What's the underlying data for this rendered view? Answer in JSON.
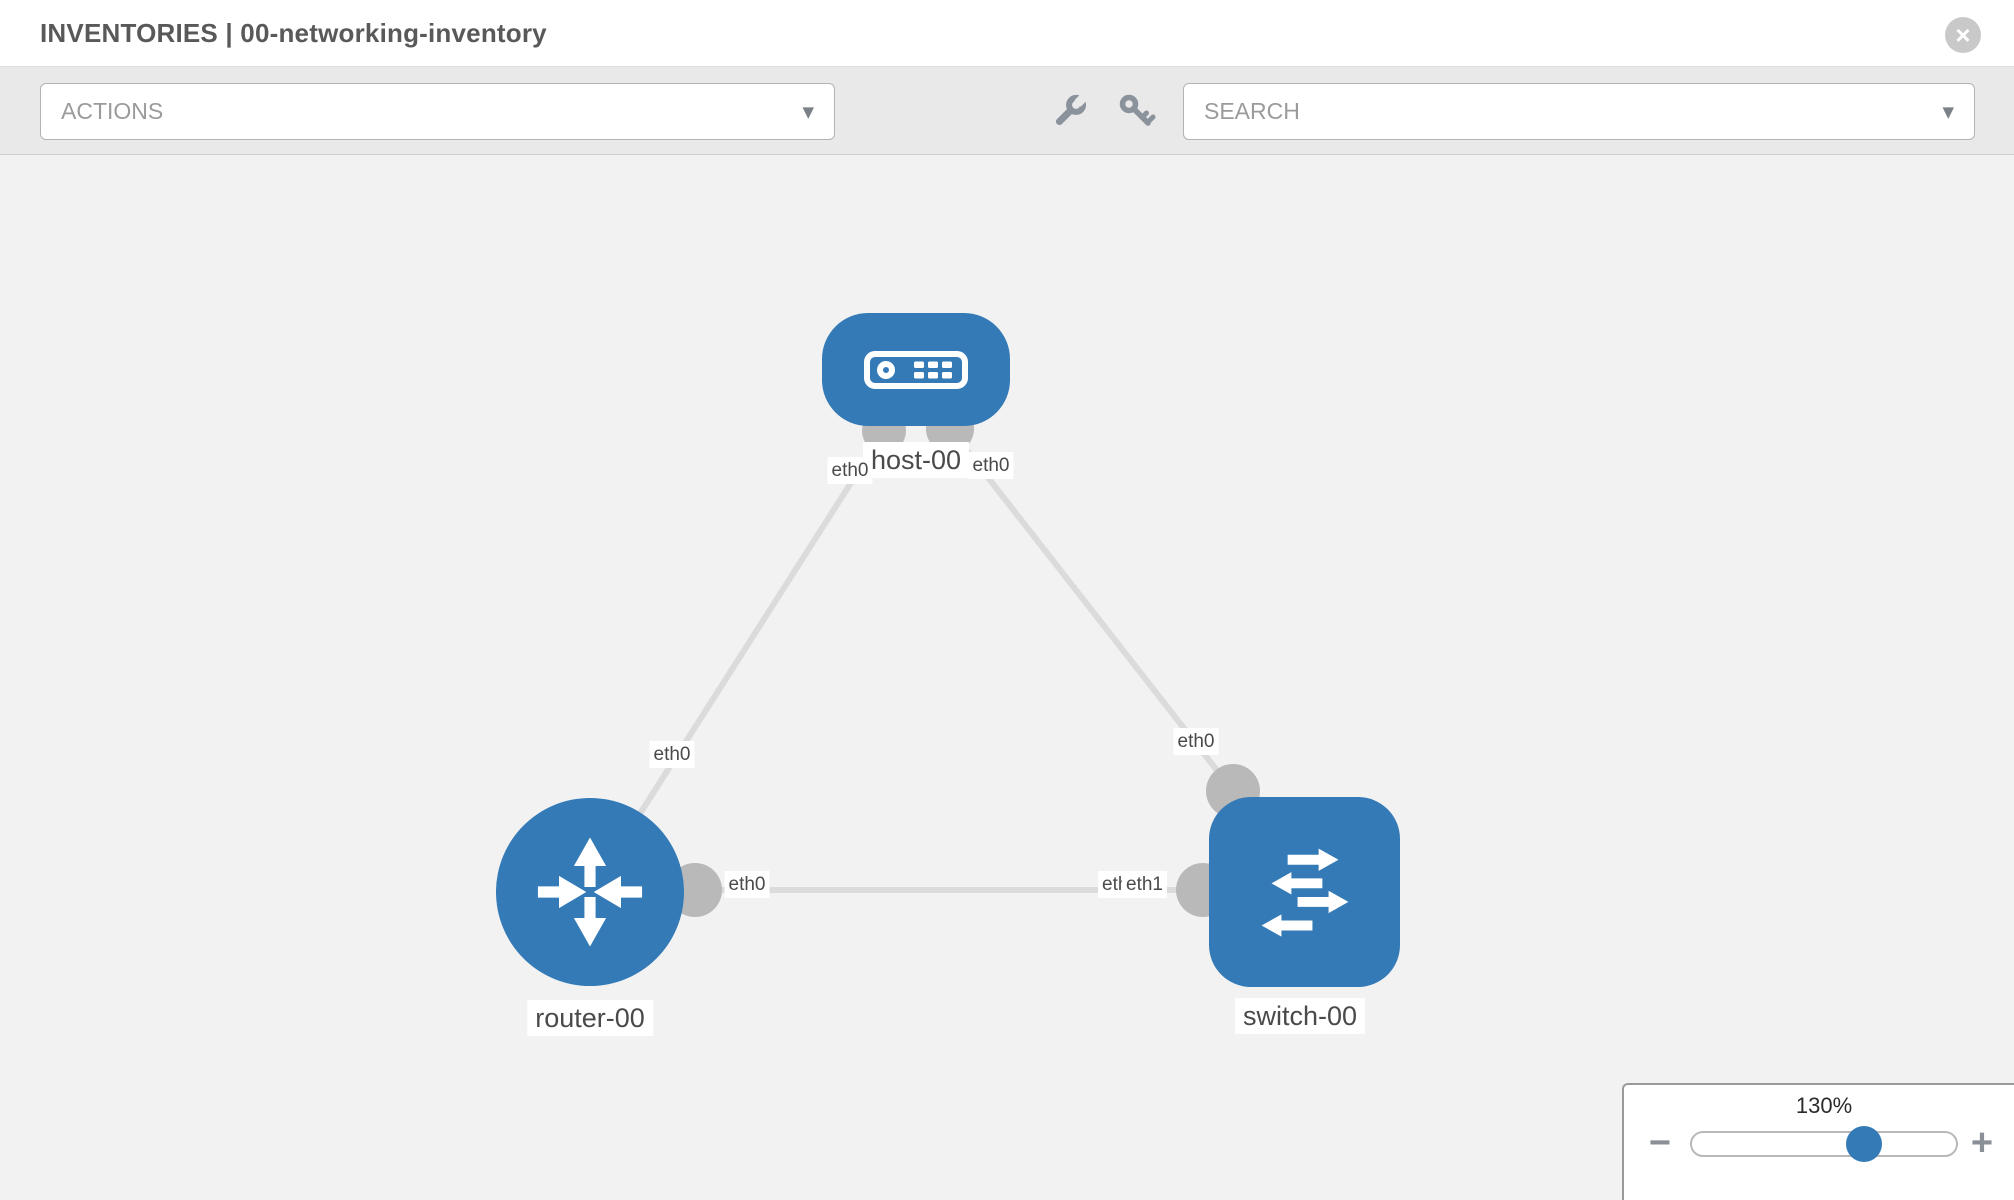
{
  "header": {
    "title": "INVENTORIES | 00-networking-inventory"
  },
  "toolbar": {
    "actions_dropdown": {
      "label": "ACTIONS"
    },
    "search_dropdown": {
      "placeholder": "SEARCH"
    }
  },
  "icons": {
    "close": "×",
    "caret": "▼",
    "minus": "−",
    "plus": "+",
    "toolbar": [
      "wrench-icon",
      "key-icon"
    ]
  },
  "topology": {
    "nodes": [
      {
        "id": "host-00",
        "type": "host",
        "label": "host-00"
      },
      {
        "id": "router-00",
        "type": "router",
        "label": "router-00"
      },
      {
        "id": "switch-00",
        "type": "switch",
        "label": "switch-00"
      }
    ],
    "links": [
      {
        "from": "router-00",
        "to": "host-00",
        "from_interface": "eth0",
        "to_interface": "eth0"
      },
      {
        "from": "host-00",
        "to": "switch-00",
        "from_interface": "eth0",
        "to_interface": "eth0"
      },
      {
        "from": "router-00",
        "to": "switch-00",
        "from_interface": "eth0",
        "to_interface": "eth1"
      }
    ],
    "interface_labels": {
      "host_left": "eth0",
      "host_right": "eth0",
      "router_diagonal": "eth0",
      "switch_diagonal": "eth0",
      "mid_router_side": "eth0",
      "mid_switch_side_back": "eth0",
      "mid_switch_side_front": "eth1"
    }
  },
  "zoom_control": {
    "value": "130%"
  },
  "colors": {
    "node_blue": "#337ab7",
    "link_gray": "#dbdbdb",
    "connector_gray": "#b9b9b9",
    "toolbar_bg": "#e9e9e9",
    "canvas_bg": "#f2f2f2"
  }
}
